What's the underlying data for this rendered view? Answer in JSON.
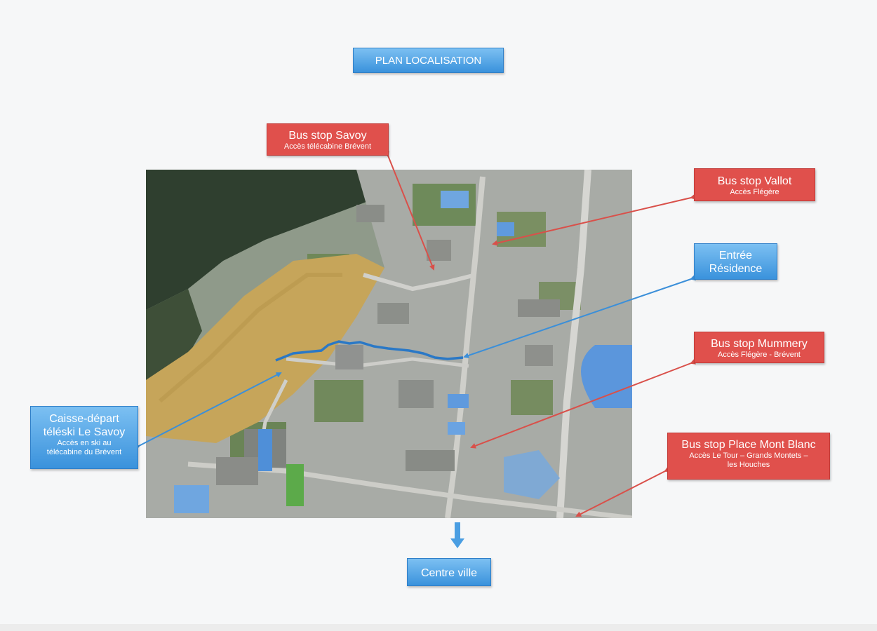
{
  "title": "PLAN LOCALISATION",
  "labels": {
    "bus_stop_savoy": {
      "main": "Bus stop Savoy",
      "sub": "Accès télécabine Brévent"
    },
    "bus_stop_vallot": {
      "main": "Bus stop Vallot",
      "sub": "Accès Flégère"
    },
    "entree_residence": {
      "main": "Entrée",
      "main2": "Résidence"
    },
    "bus_stop_mummery": {
      "main": "Bus stop Mummery",
      "sub": "Accès Flégère - Brévent"
    },
    "caisse_depart": {
      "main": "Caisse-départ",
      "main2": "téléski Le Savoy",
      "sub": "Accès en ski au",
      "sub2": "télécabine du Brévent"
    },
    "bus_stop_place_mont_blanc": {
      "main": "Bus stop Place Mont Blanc",
      "sub": "Accès Le Tour – Grands Montets –",
      "sub2": "les Houches"
    },
    "centre_ville": {
      "main": "Centre ville"
    }
  },
  "colors": {
    "blue_label": "#4a9ee2",
    "red_label": "#e0504c",
    "route_blue": "#2a78c6",
    "arrow_red": "#d9504a",
    "arrow_blue": "#3b8fd9"
  }
}
